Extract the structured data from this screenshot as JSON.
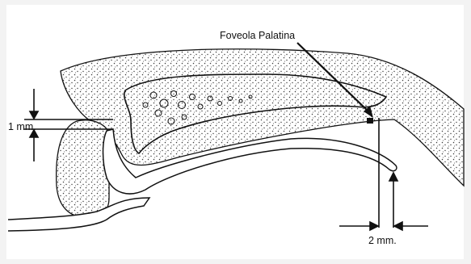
{
  "labels": {
    "foveola": "Foveola Palatina",
    "one_mm": "1 mm.",
    "two_mm": "2 mm."
  },
  "colors": {
    "background": "#f3f3f3",
    "paper": "#ffffff",
    "ink": "#111111",
    "stipple": "#3a3a3a"
  }
}
